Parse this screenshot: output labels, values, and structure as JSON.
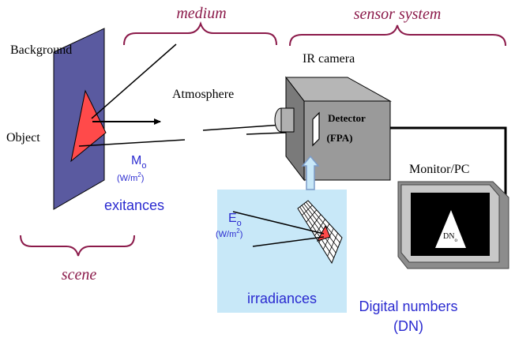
{
  "colors": {
    "header": "#8b1a4a",
    "accent_blue": "#2a2ad0",
    "panel": "#c8e8f8",
    "plane": "#5a5aa0",
    "object": "#ff4a4a",
    "camera": "#9a9a9a",
    "monitor": "#8c8c8c"
  },
  "labels": {
    "medium": "medium",
    "sensor_system": "sensor system",
    "scene": "scene",
    "background": "Background",
    "object": "Object",
    "atmosphere": "Atmosphere",
    "ir_camera": "IR camera",
    "detector": "Detector",
    "fpa": "(FPA)",
    "monitor_pc": "Monitor/PC",
    "exitance_symbol": "M",
    "exitance_sub": "o",
    "exitance_unit_pre": "(W/m",
    "exitance_unit_exp": "2",
    "exitance_unit_post": ")",
    "exitances": "exitances",
    "irradiance_symbol": "E",
    "irradiance_sub": "o",
    "irradiance_unit_pre": "(W/m",
    "irradiance_unit_exp": "2",
    "irradiance_unit_post": ")",
    "irradiances": "irradiances",
    "dn_symbol": "DN",
    "dn_sub": "o",
    "digital_numbers": "Digital numbers",
    "dn_abbrev": "(DN)"
  }
}
